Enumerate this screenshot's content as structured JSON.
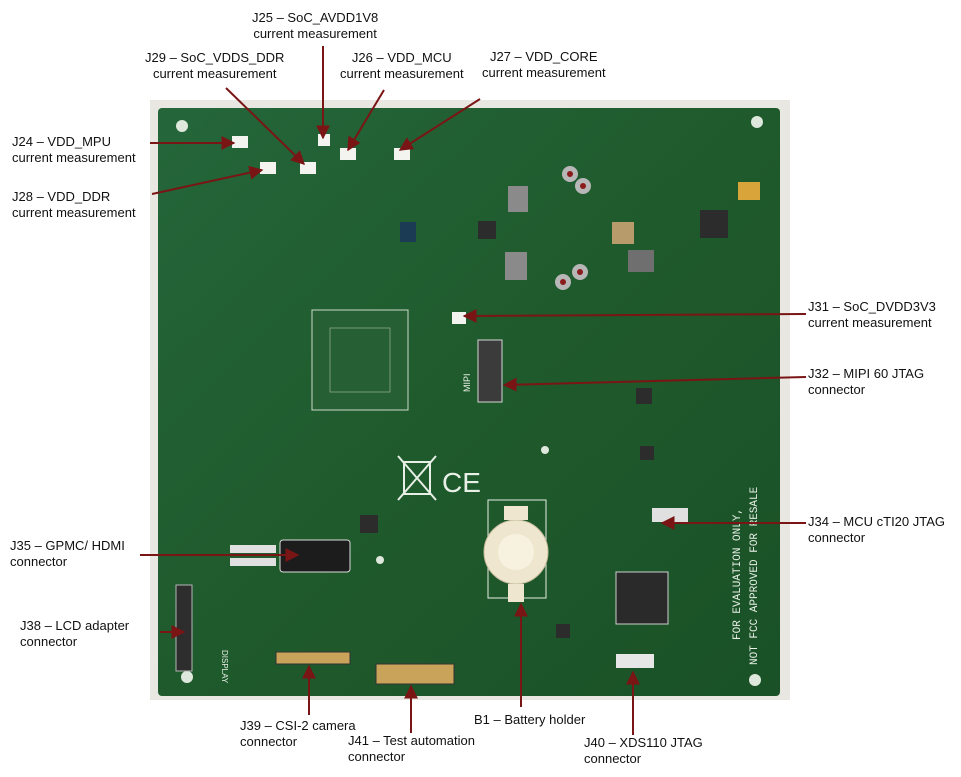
{
  "colors": {
    "board": "#1f5a2c",
    "board_dark": "#174a23",
    "leader_line": "#7a1515",
    "silkscreen": "#e8efe6",
    "battery_holder": "#efe6cf"
  },
  "board_marks": {
    "ce": "CE",
    "mipi": "MIPI",
    "display": "DISPLAY",
    "eval_line1": "FOR EVALUATION ONLY,",
    "eval_line2": "NOT FCC APPROVED FOR RESALE"
  },
  "labels": [
    {
      "id": "j24",
      "line1": "J24 – VDD_MPU",
      "line2": "current measurement"
    },
    {
      "id": "j28",
      "line1": "J28 – VDD_DDR",
      "line2": "current measurement"
    },
    {
      "id": "j29",
      "line1": "J29 – SoC_VDDS_DDR",
      "line2": "current measurement"
    },
    {
      "id": "j25",
      "line1": "J25 – SoC_AVDD1V8",
      "line2": "current measurement"
    },
    {
      "id": "j26",
      "line1": "J26 – VDD_MCU",
      "line2": "current measurement"
    },
    {
      "id": "j27",
      "line1": "J27 – VDD_CORE",
      "line2": "current measurement"
    },
    {
      "id": "j31",
      "line1": "J31 – SoC_DVDD3V3",
      "line2": "current measurement"
    },
    {
      "id": "j32",
      "line1": "J32 – MIPI 60 JTAG",
      "line2": "connector"
    },
    {
      "id": "j34",
      "line1": "J34 – MCU cTI20 JTAG",
      "line2": "connector"
    },
    {
      "id": "j35",
      "line1": "J35 – GPMC/ HDMI",
      "line2": "connector"
    },
    {
      "id": "j38",
      "line1": "J38 – LCD adapter",
      "line2": "connector"
    },
    {
      "id": "j39",
      "line1": "J39 – CSI-2 camera",
      "line2": "connector"
    },
    {
      "id": "j41",
      "line1": "J41 – Test automation",
      "line2": "connector"
    },
    {
      "id": "b1",
      "line1": "B1 – Battery holder",
      "line2": ""
    },
    {
      "id": "j40",
      "line1": "J40 – XDS110 JTAG",
      "line2": "connector"
    }
  ]
}
